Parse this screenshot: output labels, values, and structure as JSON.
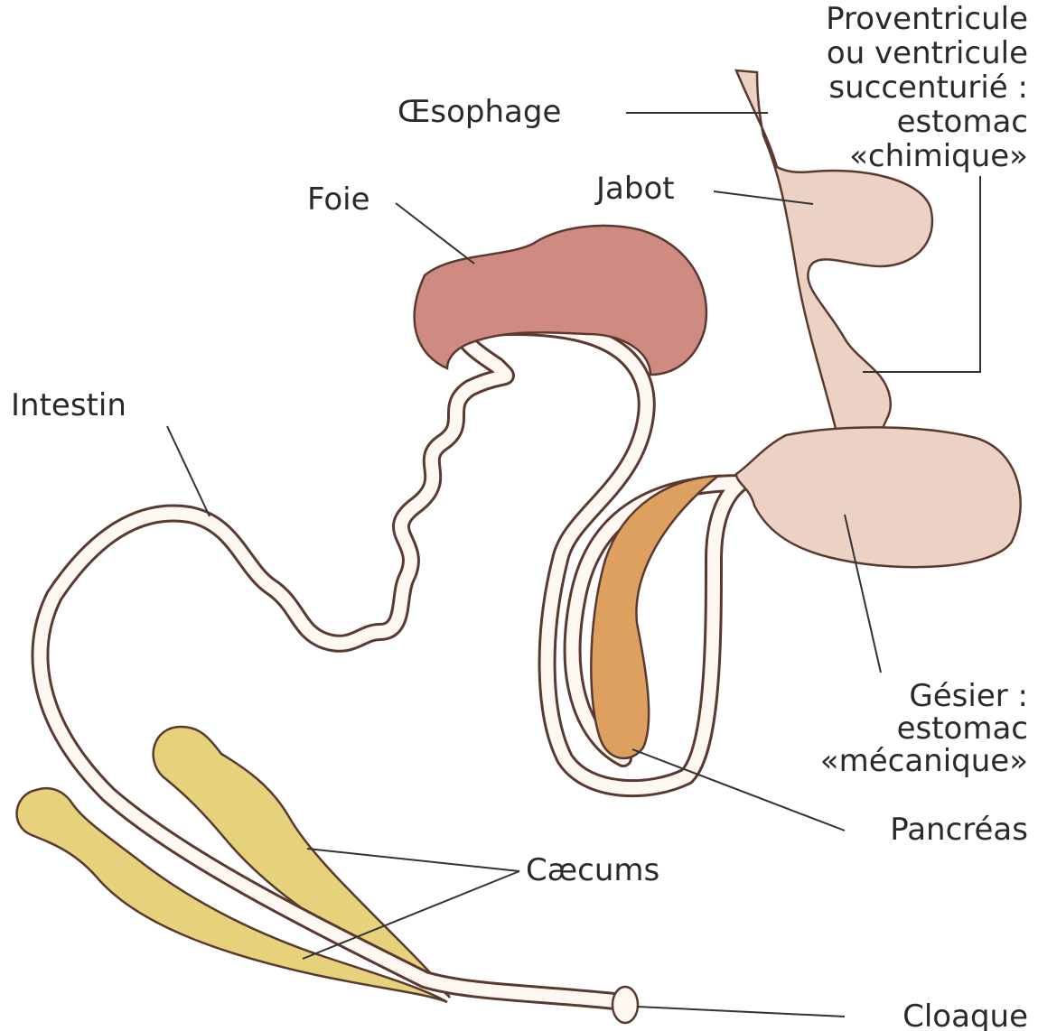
{
  "labels": {
    "proventricule_1": "Proventricule",
    "proventricule_2": "ou ventricule",
    "proventricule_3": "succenturié :",
    "proventricule_4": "estomac",
    "proventricule_5": "«chimique»",
    "oesophage": "Œsophage",
    "jabot": "Jabot",
    "foie": "Foie",
    "intestin": "Intestin",
    "gesier_1": "Gésier :",
    "gesier_2": "estomac",
    "gesier_3": "«mécanique»",
    "pancreas": "Pancréas",
    "caecums": "Cæcums",
    "cloaque": "Cloaque"
  },
  "colors": {
    "liver": "#cf8a82",
    "stomach": "#ecd2c4",
    "pancreas": "#dda05f",
    "caeca": "#e6d27a",
    "intestine_fill": "#fff8f2",
    "outline": "#5a3a30",
    "text": "#2a2a2a"
  }
}
